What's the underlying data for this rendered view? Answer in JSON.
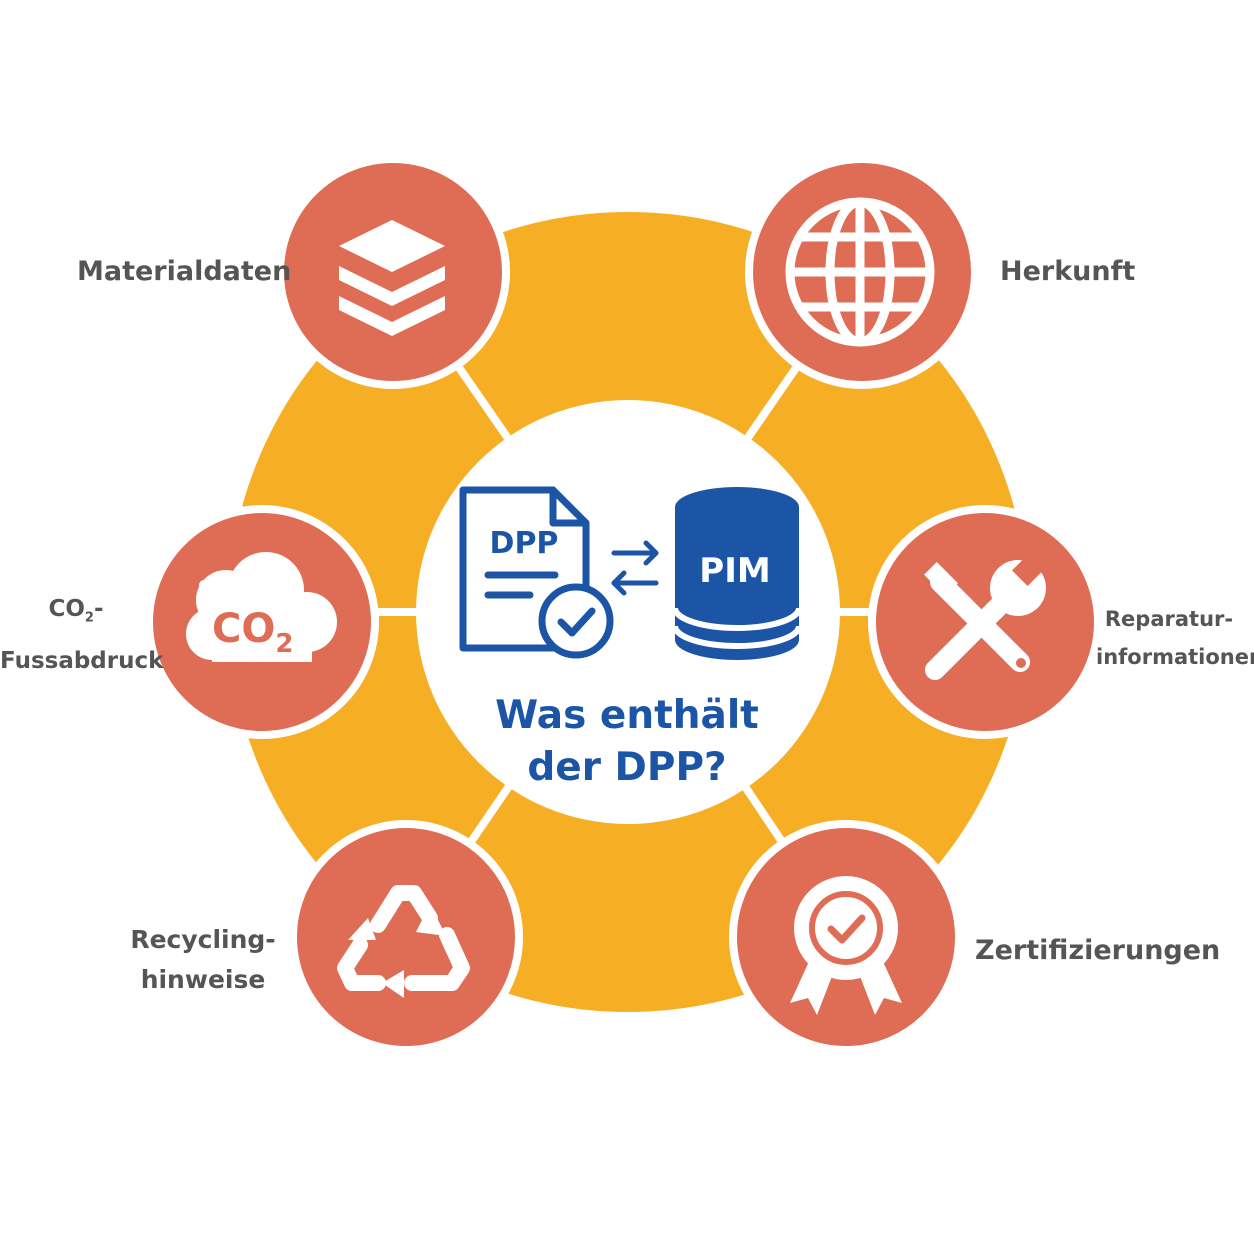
{
  "center": {
    "doc_label": "DPP",
    "db_label": "PIM",
    "title_line1": "Was enthält",
    "title_line2": "der DPP?"
  },
  "items": [
    {
      "id": "materialdaten",
      "label": "Materialdaten",
      "icon": "layers-icon"
    },
    {
      "id": "herkunft",
      "label": "Herkunft",
      "icon": "globe-icon"
    },
    {
      "id": "co2",
      "label_line1": "CO",
      "label_sub": "2",
      "label_suffix": "-",
      "label_line2": "Fussabdruck",
      "icon": "co2-cloud-icon",
      "icon_text": "CO",
      "icon_sub": "2"
    },
    {
      "id": "reparatur",
      "label_line1": "Reparatur-",
      "label_line2": "informationen",
      "icon": "wrench-screwdriver-icon"
    },
    {
      "id": "recycling",
      "label_line1": "Recycling-",
      "label_line2": "hinweise",
      "icon": "recycling-icon"
    },
    {
      "id": "zertifizierungen",
      "label": "Zertifizierungen",
      "icon": "certificate-badge-icon"
    }
  ],
  "colors": {
    "ring": "#f6ae24",
    "node": "#df6d55",
    "center_bg": "#ffffff",
    "brand_blue": "#1c55a6",
    "label_grey": "#555555"
  }
}
